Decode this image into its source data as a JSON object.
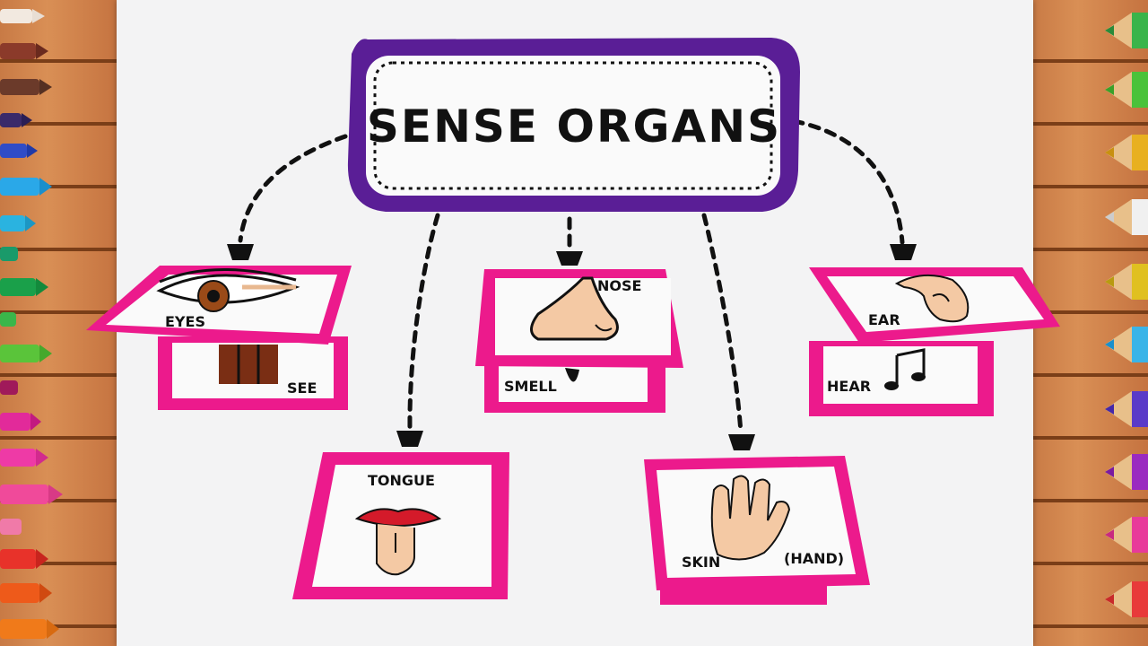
{
  "title": "SENSE ORGANS",
  "cards": {
    "eyes": {
      "flap_label": "EYES",
      "inner_label": "SEE"
    },
    "nose": {
      "flap_label": "NOSE",
      "inner_label": "SMELL"
    },
    "ear": {
      "flap_label": "EAR",
      "inner_label": "HEAR"
    },
    "tongue": {
      "flap_label": "TONGUE"
    },
    "skin": {
      "flap_label": "SKIN",
      "extra_label": "(HAND)"
    }
  },
  "colors": {
    "frame_purple": "#5a1e96",
    "card_pink": "#ec1a8c",
    "arrow": "#111111"
  },
  "icons": [
    "eye-icon",
    "nose-icon",
    "ear-icon",
    "lips-tongue-icon",
    "hand-icon",
    "music-note-icon"
  ]
}
